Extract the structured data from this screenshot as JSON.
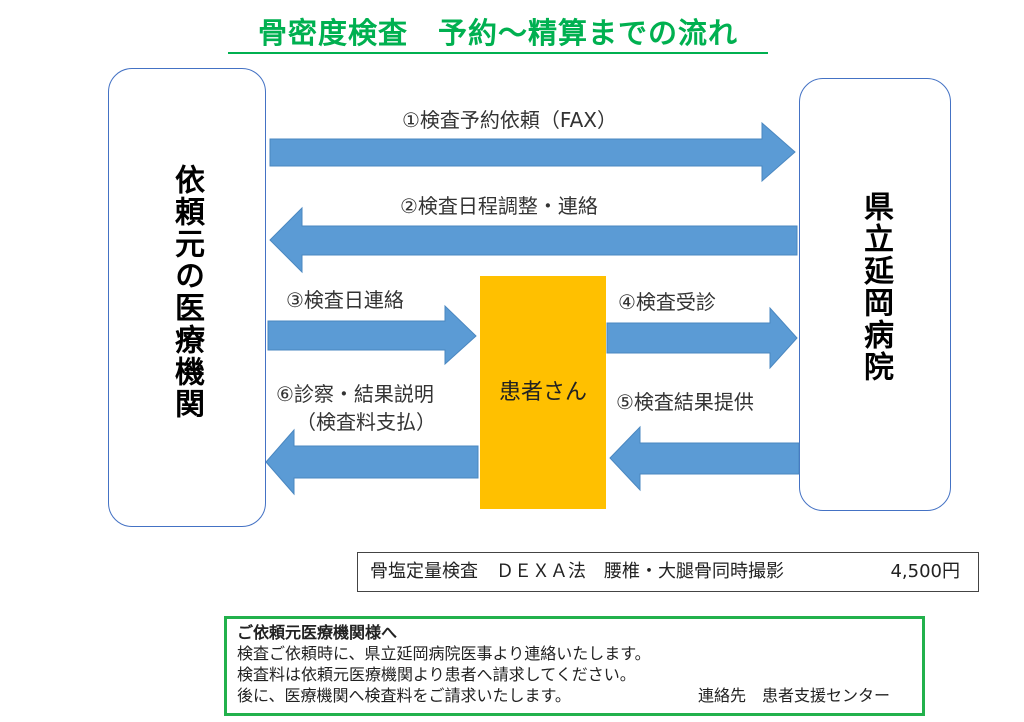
{
  "title": "骨密度検査　予約～精算までの流れ",
  "colors": {
    "title": "#00b050",
    "arrow": "#5b9bd5",
    "node_border": "#4472c4",
    "patient_fill": "#ffc000",
    "note_border": "#22b14c"
  },
  "nodes": {
    "referrer": "依頼元の医療機関",
    "hospital": "県立延岡病院",
    "patient": "患者さん"
  },
  "steps": [
    {
      "label": "①検査予約依頼（FAX）",
      "from": "referrer",
      "to": "hospital"
    },
    {
      "label": "②検査日程調整・連絡",
      "from": "hospital",
      "to": "referrer"
    },
    {
      "label": "③検査日連絡",
      "from": "referrer",
      "to": "patient"
    },
    {
      "label": "④検査受診",
      "from": "patient",
      "to": "hospital"
    },
    {
      "label": "⑤検査結果提供",
      "from": "hospital",
      "to": "patient"
    },
    {
      "label": "⑥診察・結果説明",
      "sublabel": "（検査料支払）",
      "from": "patient",
      "to": "referrer"
    }
  ],
  "price": {
    "description": "骨塩定量検査　ＤＥＸＡ法　腰椎・大腿骨同時撮影",
    "amount": "4,500円"
  },
  "note": {
    "heading": "ご依頼元医療機関様へ",
    "lines": [
      "検査ご依頼時に、県立延岡病院医事より連絡いたします。",
      "検査料は依頼元医療機関より患者へ請求してください。",
      "後に、医療機関へ検査料をご請求いたします。"
    ],
    "contact": "連絡先　患者支援センター"
  }
}
